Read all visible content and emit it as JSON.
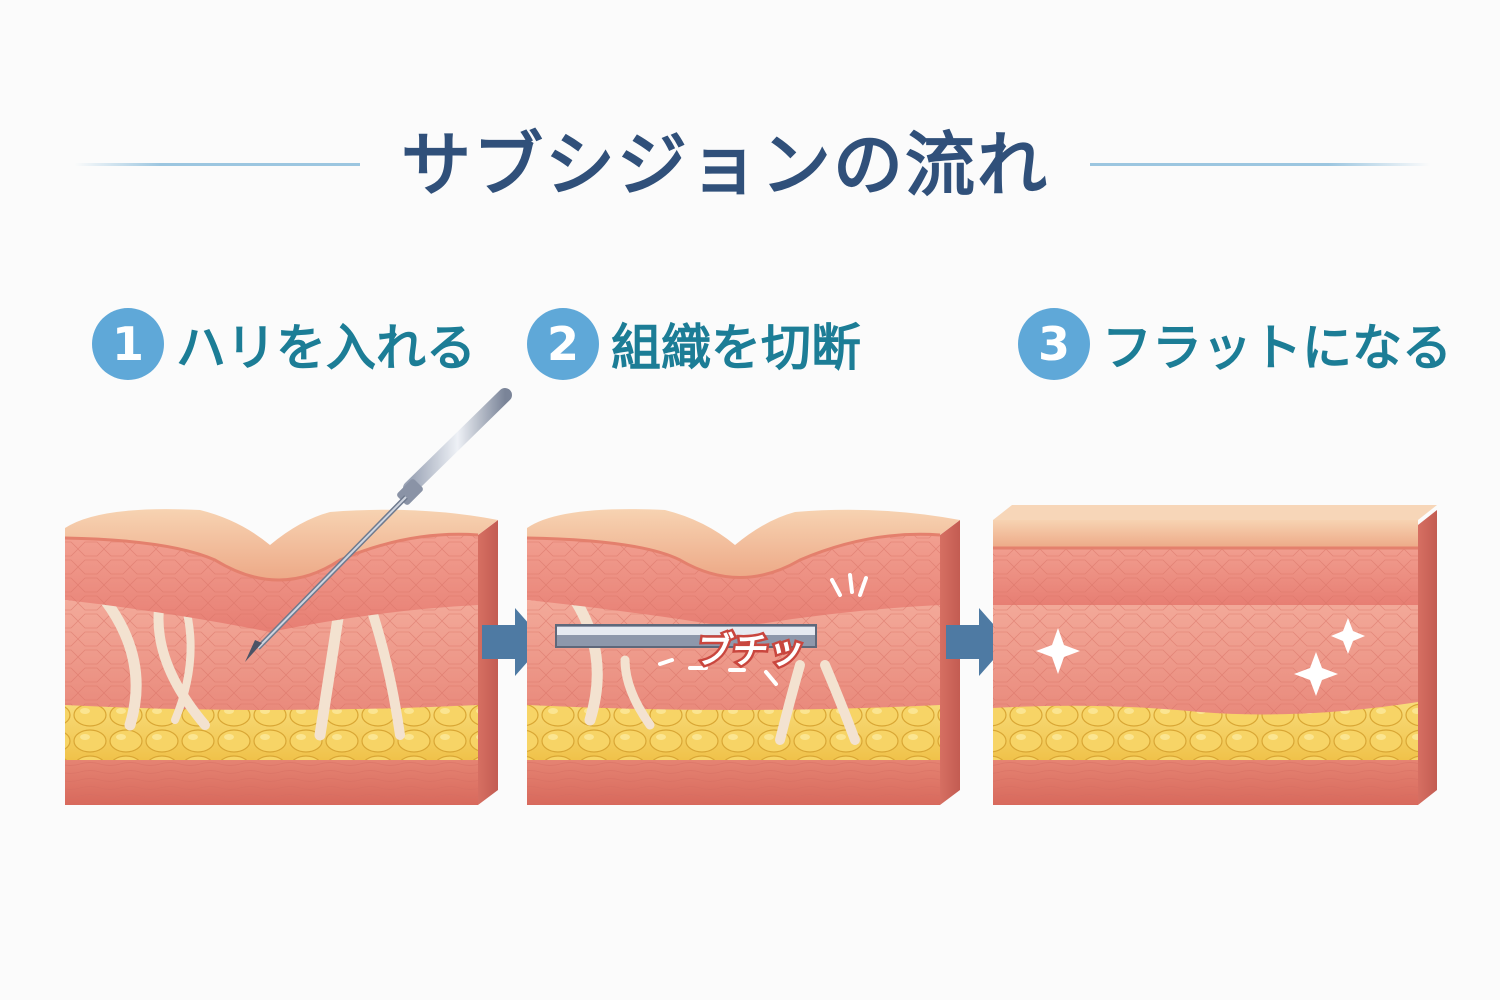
{
  "title": "サブシジョンの流れ",
  "steps": [
    {
      "number": "1",
      "label": "ハリを入れる"
    },
    {
      "number": "2",
      "label": "組織を切断"
    },
    {
      "number": "3",
      "label": "フラットになる"
    }
  ],
  "sound_effect": "ブチッ",
  "colors": {
    "title": "#30507a",
    "step_text": "#1c7d96",
    "step_badge": "#5fa8d8",
    "arrow": "#4e7aa3",
    "skin_top": "#f3b98f",
    "dermis": "#ee8d7e",
    "fat": "#f5cd5a",
    "fiber": "#f4e6d8"
  }
}
